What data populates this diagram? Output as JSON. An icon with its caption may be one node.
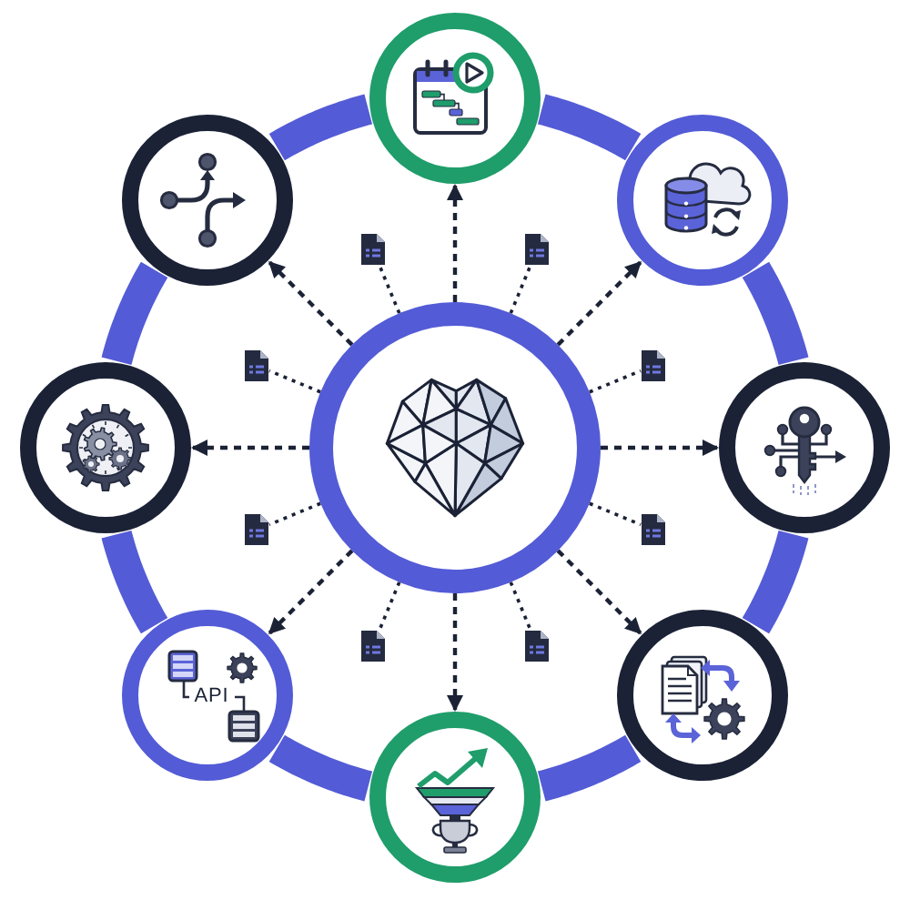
{
  "diagram": {
    "nodes": [
      {
        "text": [],
        "shape": "circle"
      },
      {
        "text": [],
        "shape": "circle"
      },
      {
        "text": [],
        "shape": "circle"
      },
      {
        "text": [],
        "shape": "circle"
      },
      {
        "text": [],
        "shape": "circle"
      },
      {
        "text": [],
        "shape": "circle"
      },
      {
        "text": [
          "API"
        ]
      },
      {
        "text": [],
        "shape": "circle"
      },
      {
        "text": [],
        "shape": "circle"
      },
      {
        "text": [],
        "shape": "picture"
      },
      {
        "text": [],
        "shape": "picture"
      },
      {
        "text": [],
        "shape": "picture"
      },
      {
        "text": [],
        "shape": "picture"
      },
      {
        "text": [],
        "shape": "picture"
      },
      {
        "text": [],
        "shape": "picture"
      },
      {
        "text": [],
        "shape": "picture"
      },
      {
        "text": [],
        "shape": "picture"
      }
    ],
    "edges": [
      {
        "from": 0,
        "to": 1,
        "arrow": "to",
        "style": "dashed"
      },
      {
        "from": 0,
        "to": 2,
        "arrow": "to",
        "style": "dashed"
      },
      {
        "from": 0,
        "to": 3,
        "arrow": "to",
        "style": "dashed"
      },
      {
        "from": 0,
        "to": 4,
        "arrow": "to",
        "style": "dashed"
      },
      {
        "from": 0,
        "to": 5,
        "arrow": "to",
        "style": "dashed"
      },
      {
        "from": 0,
        "to": 6,
        "arrow": "to",
        "style": "dashed"
      },
      {
        "from": 0,
        "to": 7,
        "arrow": "to",
        "style": "dashed"
      },
      {
        "from": 0,
        "to": 8,
        "arrow": "to",
        "style": "dashed"
      },
      {
        "from": 0,
        "to": 9,
        "arrow": "none",
        "style": "dashed"
      },
      {
        "from": 0,
        "to": 10,
        "arrow": "none",
        "style": "dashed"
      },
      {
        "from": 0,
        "to": 11,
        "arrow": "none",
        "style": "dashed"
      },
      {
        "from": 0,
        "to": 12,
        "arrow": "none",
        "style": "dashed"
      },
      {
        "from": 0,
        "to": 13,
        "arrow": "none",
        "style": "dashed"
      },
      {
        "from": 0,
        "to": 14,
        "arrow": "none",
        "style": "dashed"
      },
      {
        "from": 0,
        "to": 15,
        "arrow": "none",
        "style": "dashed"
      },
      {
        "from": 0,
        "to": 16,
        "arrow": "none",
        "style": "dashed"
      },
      {
        "from": 1,
        "to": 2,
        "arrow": "none",
        "style": "thick",
        "color": "#535bd6"
      },
      {
        "from": 2,
        "to": 3,
        "arrow": "none",
        "style": "thick",
        "color": "#535bd6"
      },
      {
        "from": 3,
        "to": 4,
        "arrow": "none",
        "style": "thick",
        "color": "#535bd6"
      },
      {
        "from": 4,
        "to": 5,
        "arrow": "none",
        "style": "thick",
        "color": "#535bd6"
      },
      {
        "from": 5,
        "to": 6,
        "arrow": "none",
        "style": "thick",
        "color": "#535bd6"
      },
      {
        "from": 6,
        "to": 7,
        "arrow": "none",
        "style": "thick",
        "color": "#535bd6"
      },
      {
        "from": 7,
        "to": 8,
        "arrow": "none",
        "style": "thick",
        "color": "#535bd6"
      },
      {
        "from": 8,
        "to": 1,
        "arrow": "none",
        "style": "thick",
        "color": "#535bd6"
      }
    ]
  }
}
